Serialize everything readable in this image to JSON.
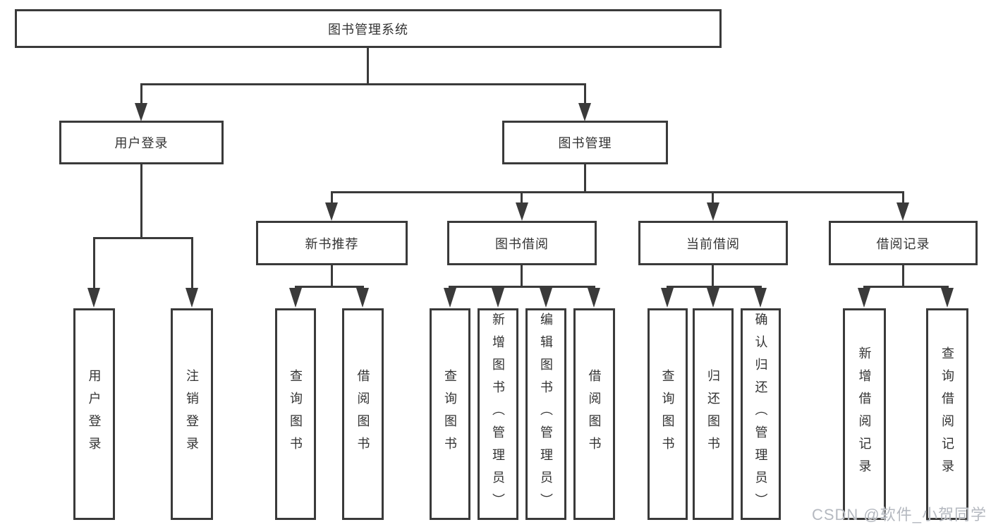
{
  "watermark": "CSDN @软件_小贺同学",
  "colors": {
    "stroke": "#3a3a3a",
    "text": "#333333",
    "background": "#ffffff",
    "watermark": "#b5b9c0"
  },
  "nodes": {
    "root": "图书管理系统",
    "user_login": "用户登录",
    "book_mgmt": "图书管理",
    "new_book_rec": "新书推荐",
    "book_borrow": "图书借阅",
    "current_borrow": "当前借阅",
    "borrow_record": "借阅记录",
    "ul_user_login": "用户登录",
    "ul_logout": "注销登录",
    "nb_query_book": "查询图书",
    "nb_borrow_book": "借阅图书",
    "bb_query_book": "查询图书",
    "bb_add_book": "新增图书（管理员）",
    "bb_edit_book": "编辑图书（管理员）",
    "bb_borrow_book": "借阅图书",
    "cb_query_book": "查询图书",
    "cb_return_book": "归还图书",
    "cb_confirm_return": "确认归还（管理员）",
    "br_add_record": "新增借阅记录",
    "br_query_record": "查询借阅记录"
  },
  "hierarchy": {
    "图书管理系统": {
      "用户登录": [
        "用户登录",
        "注销登录"
      ],
      "图书管理": {
        "新书推荐": [
          "查询图书",
          "借阅图书"
        ],
        "图书借阅": [
          "查询图书",
          "新增图书（管理员）",
          "编辑图书（管理员）",
          "借阅图书"
        ],
        "当前借阅": [
          "查询图书",
          "归还图书",
          "确认归还（管理员）"
        ],
        "借阅记录": [
          "新增借阅记录",
          "查询借阅记录"
        ]
      }
    }
  }
}
